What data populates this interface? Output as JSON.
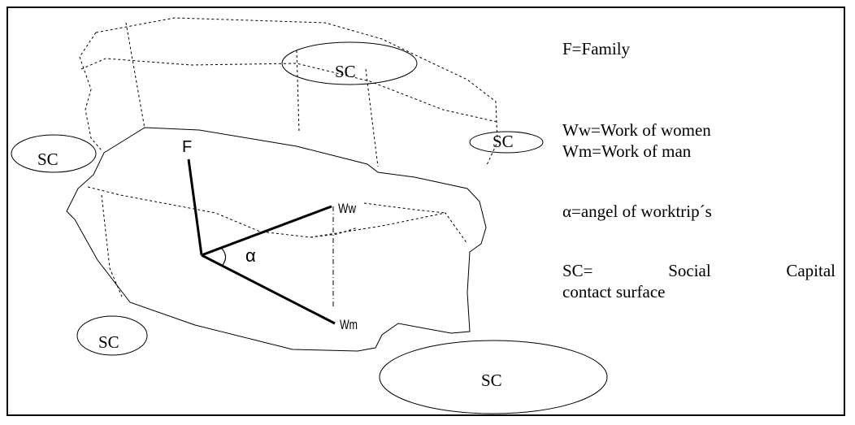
{
  "diagram": {
    "labels": {
      "family": "F",
      "work_women": "Ww",
      "work_man": "Wm",
      "angle": "α"
    },
    "sc_bubbles": [
      "SC",
      "SC",
      "SC",
      "SC",
      "SC"
    ]
  },
  "legend": {
    "family": "F=Family",
    "work_women": "Ww=Work of women",
    "work_man": "Wm=Work of man",
    "angle": "α=angel of worktrip´s",
    "sc_part1": "SC=",
    "sc_part2": "Social",
    "sc_part3": "Capital",
    "sc_line2": "contact surface"
  }
}
